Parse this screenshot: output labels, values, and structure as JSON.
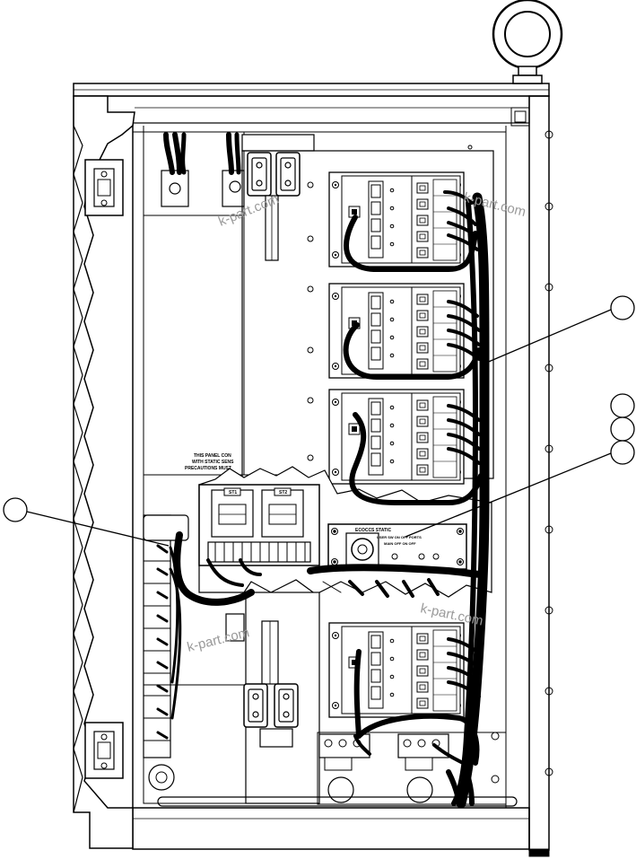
{
  "watermark": "k-part.com",
  "panel_notice": {
    "line1": "THIS PANEL CON",
    "line2": "WITH STATIC SENS",
    "line3": "PRECAUTIONS MUST"
  },
  "switch_labels": {
    "st1": "ST1",
    "st2": "ST2"
  },
  "static_panel": {
    "title": "ECOCCS  STATIC",
    "sub": "USER  SW  ON  OFF  PORTS",
    "sub2": "MAIN      OFF  ON  OFF"
  },
  "colors": {
    "line": "#000000",
    "watermark": "#9a9a9a"
  }
}
